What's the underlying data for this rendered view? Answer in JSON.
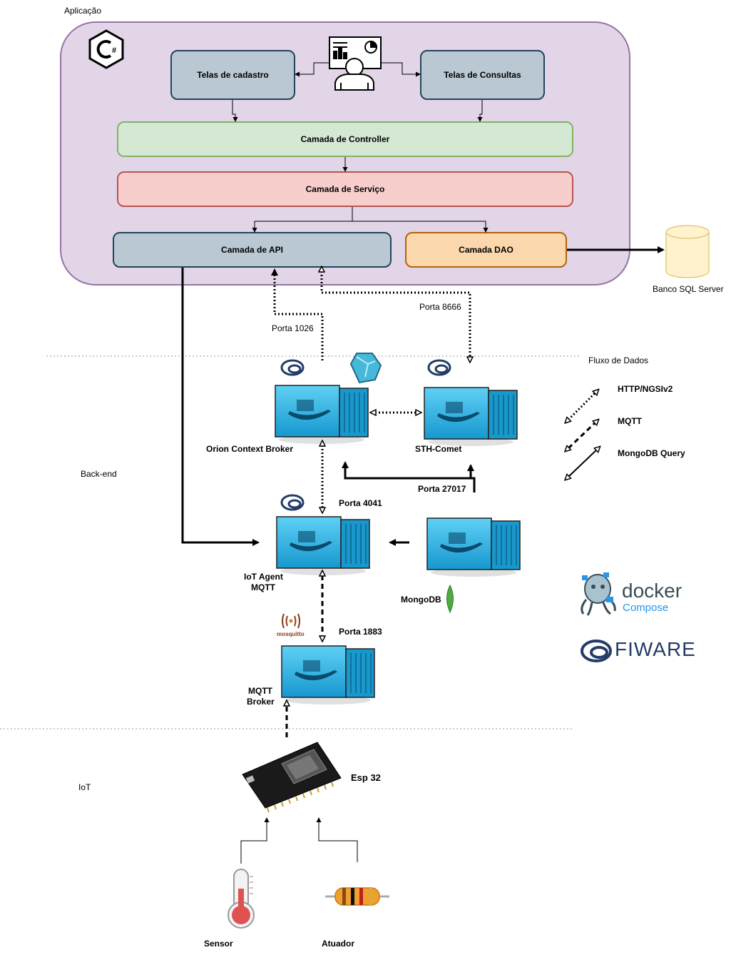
{
  "sections": {
    "application": "Aplicação",
    "backend": "Back-end",
    "iot": "IoT"
  },
  "application_layers": {
    "register_screens": "Telas de cadastro",
    "query_screens": "Telas de Consultas",
    "controller": "Camada de Controller",
    "service": "Camada de Serviço",
    "api": "Camada de API",
    "dao": "Camada DAO"
  },
  "database": {
    "label": "Banco SQL Server"
  },
  "containers": {
    "orion": "Orion Context Broker",
    "sth_comet": "STH-Comet",
    "iot_agent_line1": "IoT Agent",
    "iot_agent_line2": "MQTT",
    "mongodb": "MongoDB",
    "mqtt_broker_line1": "MQTT",
    "mqtt_broker_line2": "Broker"
  },
  "ports": {
    "p1026": "Porta 1026",
    "p8666": "Porta 8666",
    "p27017": "Porta 27017",
    "p4041": "Porta 4041",
    "p1883": "Porta 1883"
  },
  "devices": {
    "esp32": "Esp 32",
    "sensor": "Sensor",
    "actuator": "Atuador"
  },
  "legend": {
    "title": "Fluxo de Dados",
    "http": "HTTP/NGSIv2",
    "mqtt": "MQTT",
    "mongo": "MongoDB Query"
  },
  "logos": {
    "docker_word": "docker",
    "compose_word": "Compose",
    "fiware_word": "FIWARE",
    "mosquitto_word": "mosquitto",
    "csharp_icon": "csharp-icon"
  },
  "colors": {
    "app_bg": "#e1d5e7",
    "app_border": "#9673a6",
    "screen_box": "#bac8d3",
    "controller": "#d5e8d4",
    "service": "#f8cecc",
    "dao": "#fad7ac",
    "container_blue": "#1fb3e8"
  }
}
